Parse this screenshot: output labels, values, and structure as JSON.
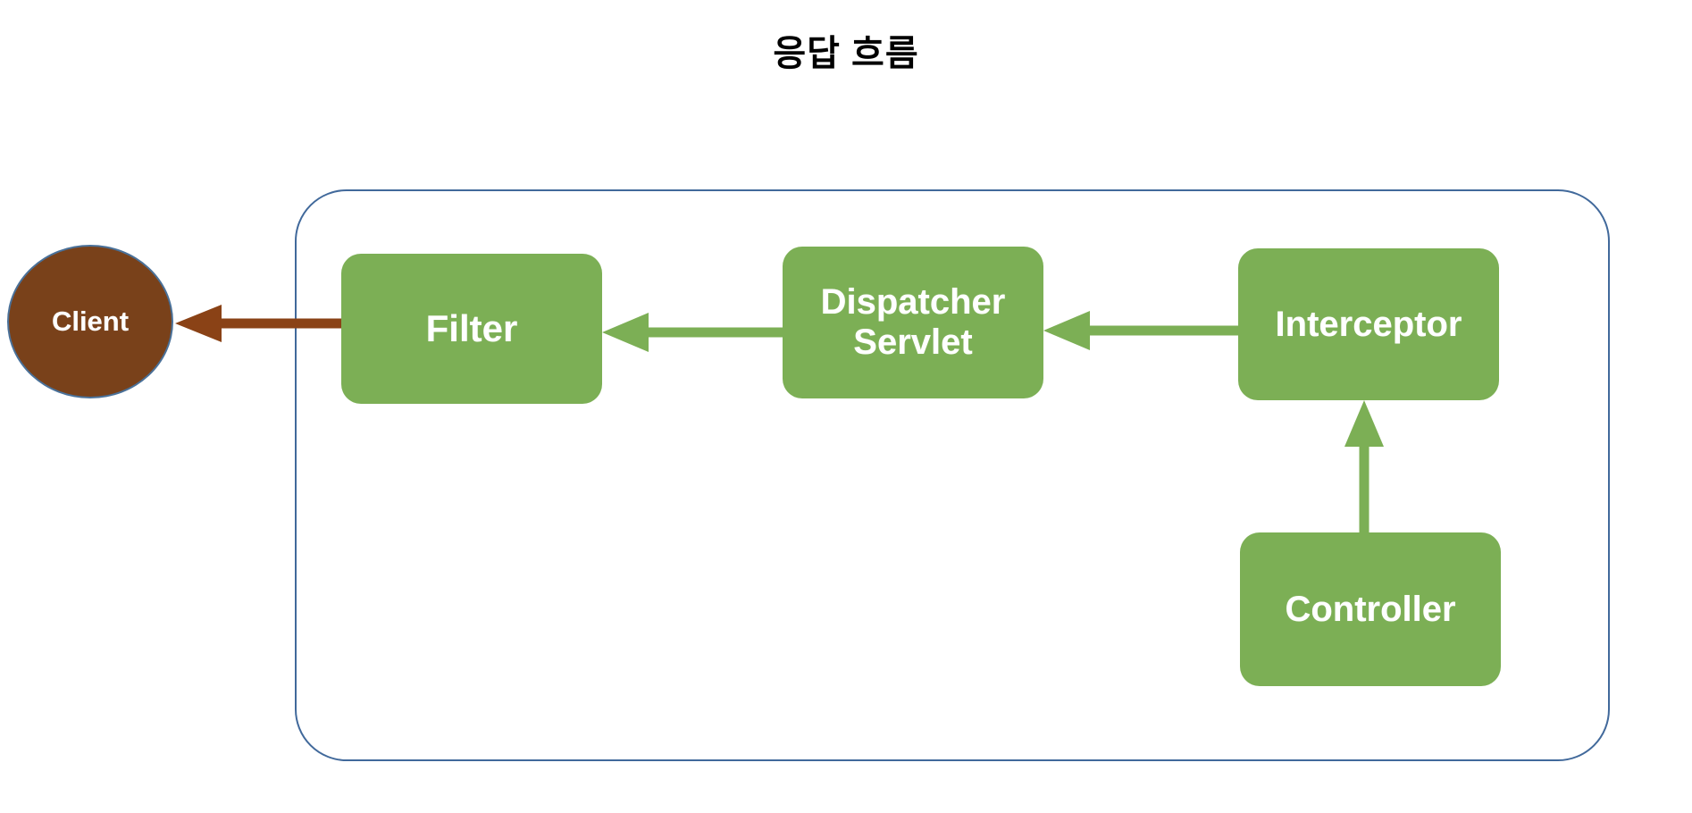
{
  "title": "응답 흐름",
  "colors": {
    "node_green": "#7CAF55",
    "node_brown": "#79411A",
    "boundary_blue": "#41699B",
    "arrow_green": "#7CAF55",
    "arrow_brown": "#8A4216",
    "background": "#FFFFFF",
    "label_text": "#FFFFFF",
    "title_text": "#000000"
  },
  "boundary": {
    "name": "application-boundary"
  },
  "nodes": [
    {
      "id": "client",
      "label": "Client",
      "shape": "circle",
      "fill": "#79411A"
    },
    {
      "id": "filter",
      "label": "Filter",
      "shape": "rounded-rect",
      "fill": "#7CAF55"
    },
    {
      "id": "dispatcher-servlet",
      "label": "Dispatcher\nServlet",
      "shape": "rounded-rect",
      "fill": "#7CAF55"
    },
    {
      "id": "interceptor",
      "label": "Interceptor",
      "shape": "rounded-rect",
      "fill": "#7CAF55"
    },
    {
      "id": "controller",
      "label": "Controller",
      "shape": "rounded-rect",
      "fill": "#7CAF55"
    }
  ],
  "edges": [
    {
      "id": "filter-to-client",
      "from": "filter",
      "to": "client",
      "direction": "left",
      "color": "#8A4216",
      "label": ""
    },
    {
      "id": "dispatcher-to-filter",
      "from": "dispatcher-servlet",
      "to": "filter",
      "direction": "left",
      "color": "#7CAF55",
      "label": ""
    },
    {
      "id": "interceptor-to-dispatcher",
      "from": "interceptor",
      "to": "dispatcher-servlet",
      "direction": "left",
      "color": "#7CAF55",
      "label": ""
    },
    {
      "id": "controller-to-interceptor",
      "from": "controller",
      "to": "interceptor",
      "direction": "up",
      "color": "#7CAF55",
      "label": ""
    }
  ],
  "diagram_meta": {
    "flow_name": "응답 흐름",
    "flow_order": [
      "Controller",
      "Interceptor",
      "Dispatcher Servlet",
      "Filter",
      "Client"
    ]
  }
}
